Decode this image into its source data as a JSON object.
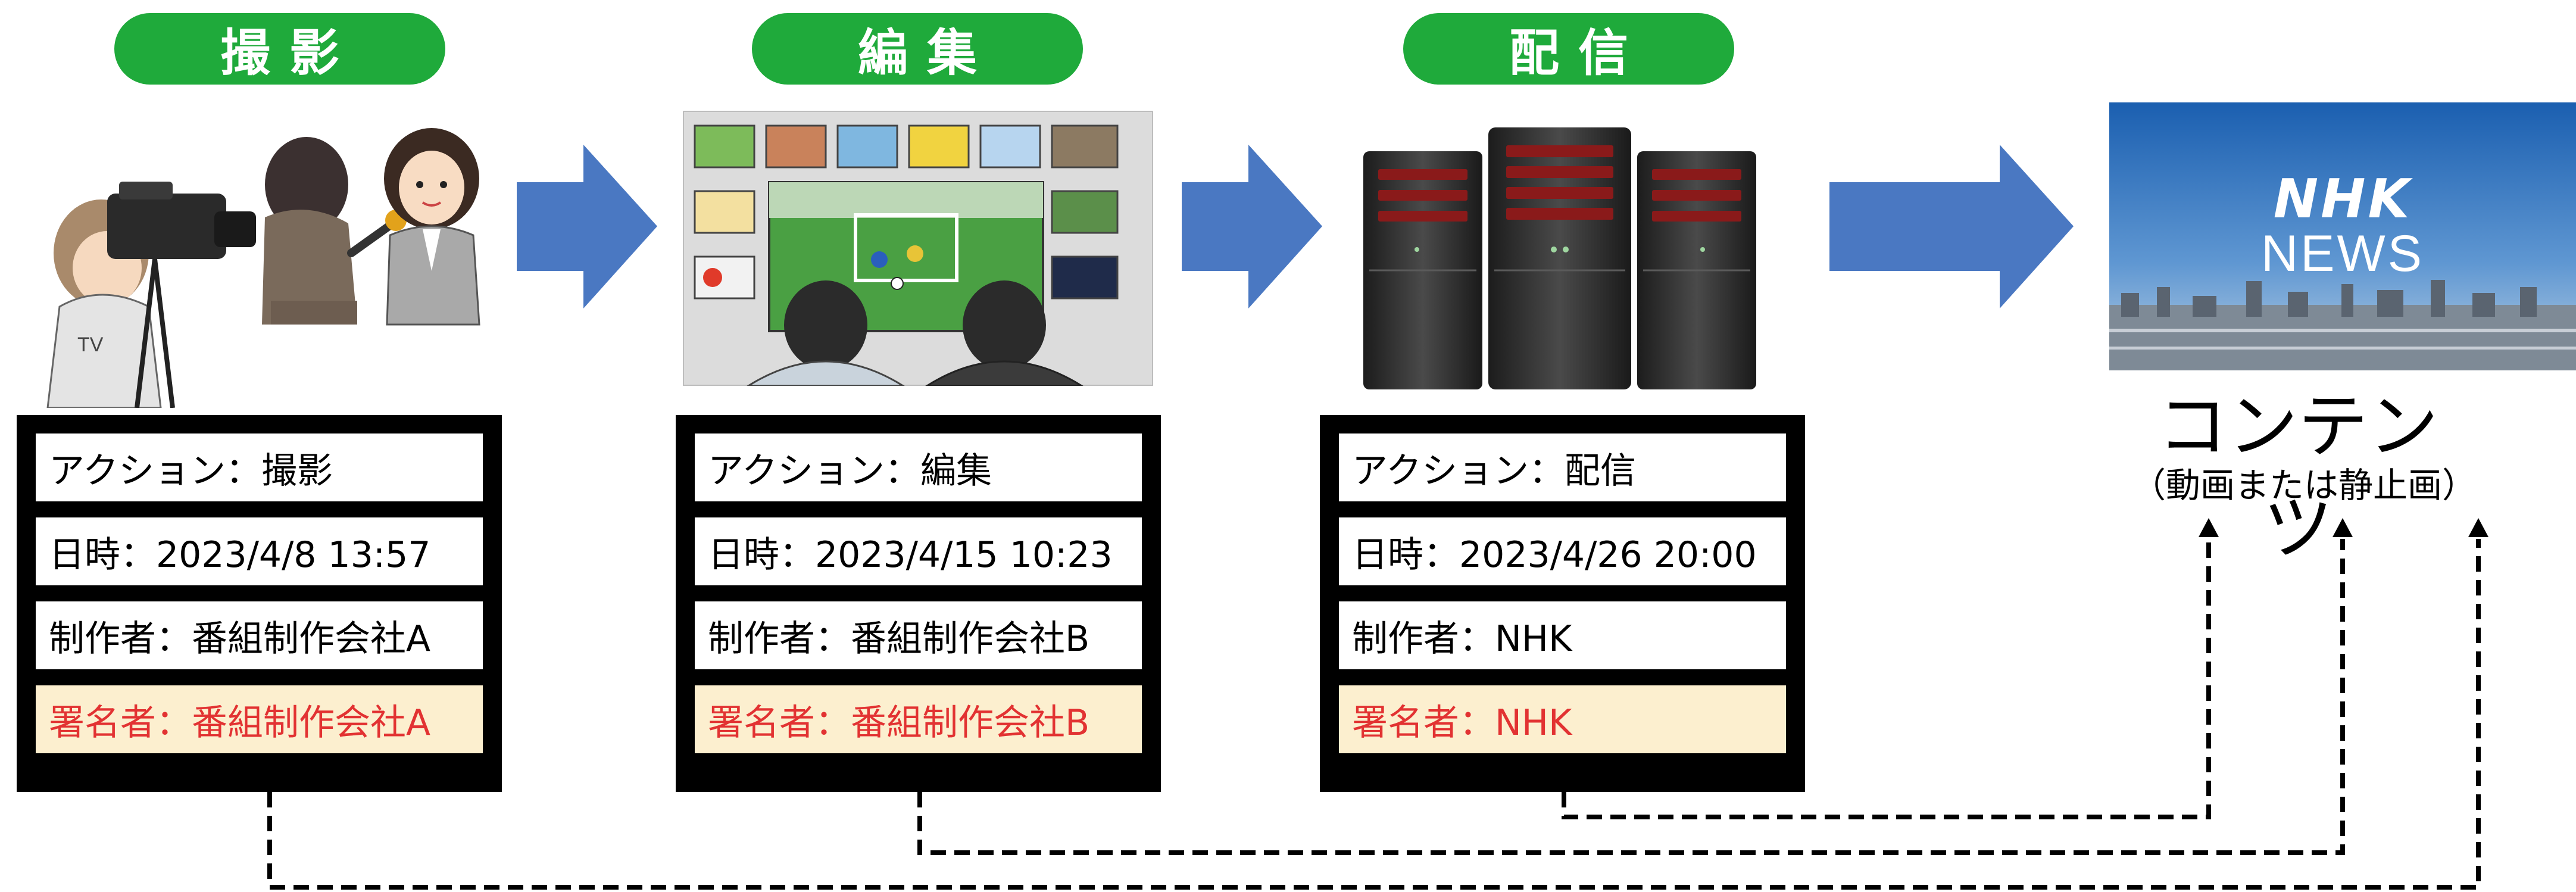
{
  "stages": [
    {
      "label": "撮影"
    },
    {
      "label": "編集"
    },
    {
      "label": "配信"
    }
  ],
  "cards": [
    {
      "action": "アクション：撮影",
      "datetime": "日時：2023/4/8 13:57",
      "producer": "制作者：番組制作会社A",
      "signer": "署名者：番組制作会社A"
    },
    {
      "action": "アクション：編集",
      "datetime": "日時：2023/4/15 10:23",
      "producer": "制作者：番組制作会社B",
      "signer": "署名者：番組制作会社B"
    },
    {
      "action": "アクション：配信",
      "datetime": "日時：2023/4/26 20:00",
      "producer": "制作者：NHK",
      "signer": "署名者：NHK"
    }
  ],
  "content": {
    "title": "コンテンツ",
    "subtitle": "（動画または静止画）",
    "thumbnail_logo_top": "NHK",
    "thumbnail_logo_bottom": "NEWS"
  },
  "colors": {
    "stage_green": "#1faa3b",
    "arrow_blue": "#4a78c2",
    "signer_bg": "#fcefcf",
    "signer_text": "#e23232"
  },
  "icons": {
    "stage1": "camera-crew-interview-illustration",
    "stage2": "editing-room-monitors-illustration",
    "stage3": "server-tower-illustration",
    "content": "nhk-news-thumbnail"
  }
}
